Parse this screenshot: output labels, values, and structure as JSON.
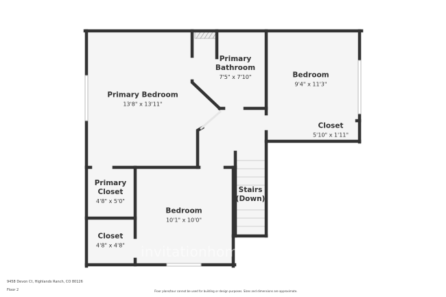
{
  "rooms": [
    {
      "name": "Primary Bedroom",
      "dims": "13'8\" x 13'11\""
    },
    {
      "name": "Primary Bathroom",
      "dims": "7'5\" x 7'10\""
    },
    {
      "name": "Bedroom",
      "dims": "9'4\" x 11'3\""
    },
    {
      "name": "Closet",
      "dims": "5'10\" x 1'11\""
    },
    {
      "name": "Stairs (Down)",
      "dims": ""
    },
    {
      "name": "Primary Closet",
      "dims": "4'8\" x 5'0\""
    },
    {
      "name": "Bedroom",
      "dims": "10'1\" x 10'0\""
    },
    {
      "name": "Closet",
      "dims": "4'8\" x 4'8\""
    }
  ],
  "footer": {
    "address": "9458 Devon Ct, Highlands Ranch, CO 80126",
    "floor": "Floor 2",
    "disclaimer": "Floor plans/tour cannot be used for building or design purposes. Sizes and dimensions are approximate."
  },
  "watermark": {
    "logo_text": "invitationhomes"
  },
  "colors": {
    "wall": "#333333",
    "floor": "#f5f5f5",
    "window": "#ffffff"
  }
}
